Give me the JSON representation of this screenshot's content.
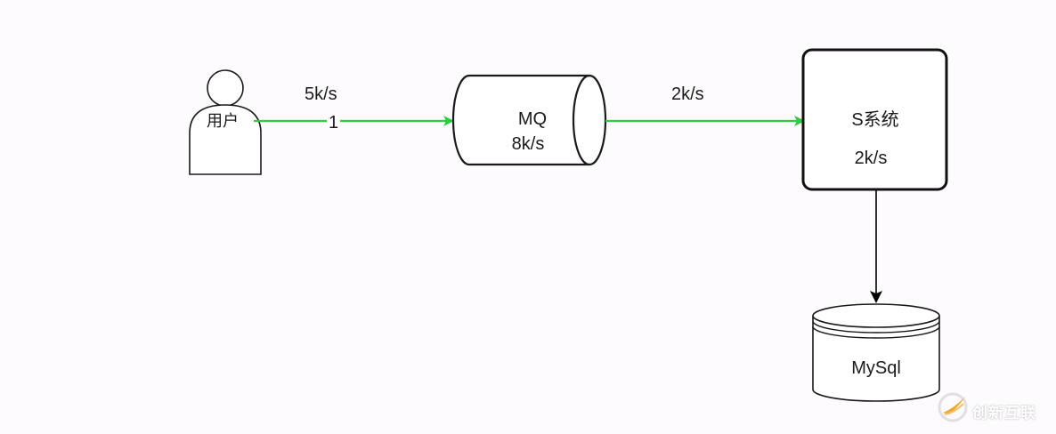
{
  "nodes": {
    "user": {
      "label": "用户"
    },
    "mq": {
      "title": "MQ",
      "rate": "8k/s"
    },
    "system": {
      "title": "S系统",
      "rate": "2k/s"
    },
    "db": {
      "label": "MySql"
    }
  },
  "edges": {
    "user_to_mq": {
      "rate_label": "5k/s",
      "label": "1",
      "color": "#2ecc40"
    },
    "mq_to_system": {
      "rate_label": "2k/s",
      "color": "#2ecc40"
    },
    "system_to_db": {
      "color": "#000000"
    }
  },
  "watermark": {
    "text": "创新互联",
    "logo": "swoosh-logo"
  }
}
